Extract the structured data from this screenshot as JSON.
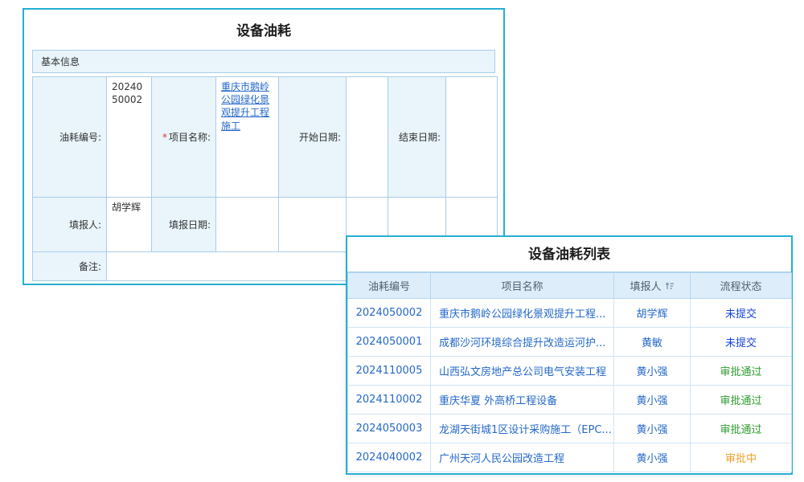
{
  "form": {
    "title": "设备油耗",
    "section": "基本信息",
    "required_mark": "*",
    "fuel_no_label": "油耗编号:",
    "fuel_no_value": "2024050002",
    "project_label": "项目名称:",
    "project_value": "重庆市鹅岭公园绿化景观提升工程施工",
    "start_date_label": "开始日期:",
    "end_date_label": "结束日期:",
    "reporter_label": "填报人:",
    "reporter_value": "胡学辉",
    "report_date_label": "填报日期:",
    "remark_label": "备注:"
  },
  "list": {
    "title": "设备油耗列表",
    "columns": {
      "no": "油耗编号",
      "project": "项目名称",
      "reporter": "填报人",
      "status": "流程状态"
    },
    "reporter_sort_icon": "sort-ascending-icon",
    "rows": [
      {
        "no": "2024050002",
        "project": "重庆市鹅岭公园绿化景观提升工程...",
        "reporter": "胡学辉",
        "status": "未提交",
        "status_class": "st-blue"
      },
      {
        "no": "2024050001",
        "project": "成都沙河环境综合提升改造运河护...",
        "reporter": "黄敏",
        "status": "未提交",
        "status_class": "st-blue"
      },
      {
        "no": "2024110005",
        "project": "山西弘文房地产总公司电气安装工程",
        "reporter": "黄小强",
        "status": "审批通过",
        "status_class": "st-green"
      },
      {
        "no": "2024110002",
        "project": "重庆华夏 外高桥工程设备",
        "reporter": "黄小强",
        "status": "审批通过",
        "status_class": "st-green"
      },
      {
        "no": "2024050003",
        "project": "龙湖天街城1区设计采购施工（EPC...",
        "reporter": "黄小强",
        "status": "审批通过",
        "status_class": "st-green"
      },
      {
        "no": "2024040002",
        "project": "广州天河人民公园改造工程",
        "reporter": "黄小强",
        "status": "审批中",
        "status_class": "st-orange"
      }
    ]
  },
  "colors": {
    "panel_border": "#25afd4",
    "form_table_border": "#a9cde9",
    "label_cell_bg": "#e9f4fb",
    "list_header_bg": "#ddeefa",
    "link_blue": "#2468c8",
    "status_not_submitted": "#1544d8",
    "status_approved": "#2f9e2f",
    "status_in_review": "#f0a32a",
    "required_red": "#e03030"
  }
}
